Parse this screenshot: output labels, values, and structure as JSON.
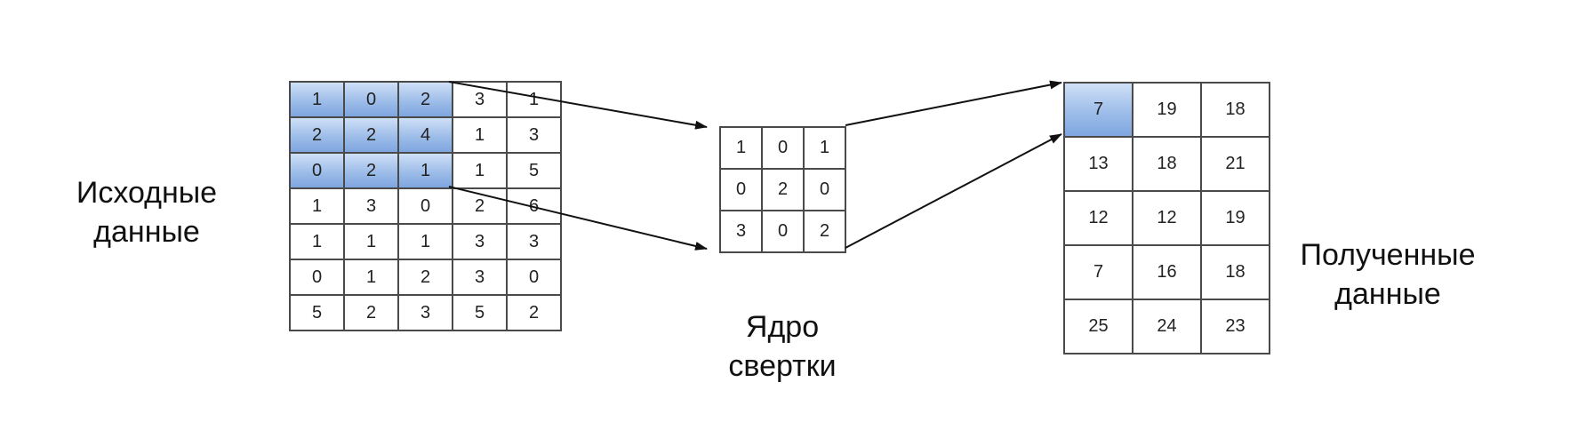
{
  "labels": {
    "input_line1": "Исходные",
    "input_line2": "данные",
    "kernel_line1": "Ядро",
    "kernel_line2": "свертки",
    "output_line1": "Полученные",
    "output_line2": "данные"
  },
  "input_matrix": [
    [
      "1",
      "0",
      "2",
      "3",
      "1"
    ],
    [
      "2",
      "2",
      "4",
      "1",
      "3"
    ],
    [
      "0",
      "2",
      "1",
      "1",
      "5"
    ],
    [
      "1",
      "3",
      "0",
      "2",
      "6"
    ],
    [
      "1",
      "1",
      "1",
      "3",
      "3"
    ],
    [
      "0",
      "1",
      "2",
      "3",
      "0"
    ],
    [
      "5",
      "2",
      "3",
      "5",
      "2"
    ]
  ],
  "input_highlight_rows": 3,
  "input_highlight_cols": 3,
  "kernel_matrix": [
    [
      "1",
      "0",
      "1"
    ],
    [
      "0",
      "2",
      "0"
    ],
    [
      "3",
      "0",
      "2"
    ]
  ],
  "output_matrix": [
    [
      "7",
      "19",
      "18"
    ],
    [
      "13",
      "18",
      "21"
    ],
    [
      "12",
      "12",
      "19"
    ],
    [
      "7",
      "16",
      "18"
    ],
    [
      "25",
      "24",
      "23"
    ]
  ],
  "output_highlight_rows": 1,
  "output_highlight_cols": 1,
  "colors": {
    "highlight_top": "#cfe0f7",
    "highlight_bottom": "#7fa6e0",
    "grid_line": "#4a4a4a",
    "arrow": "#111111"
  }
}
